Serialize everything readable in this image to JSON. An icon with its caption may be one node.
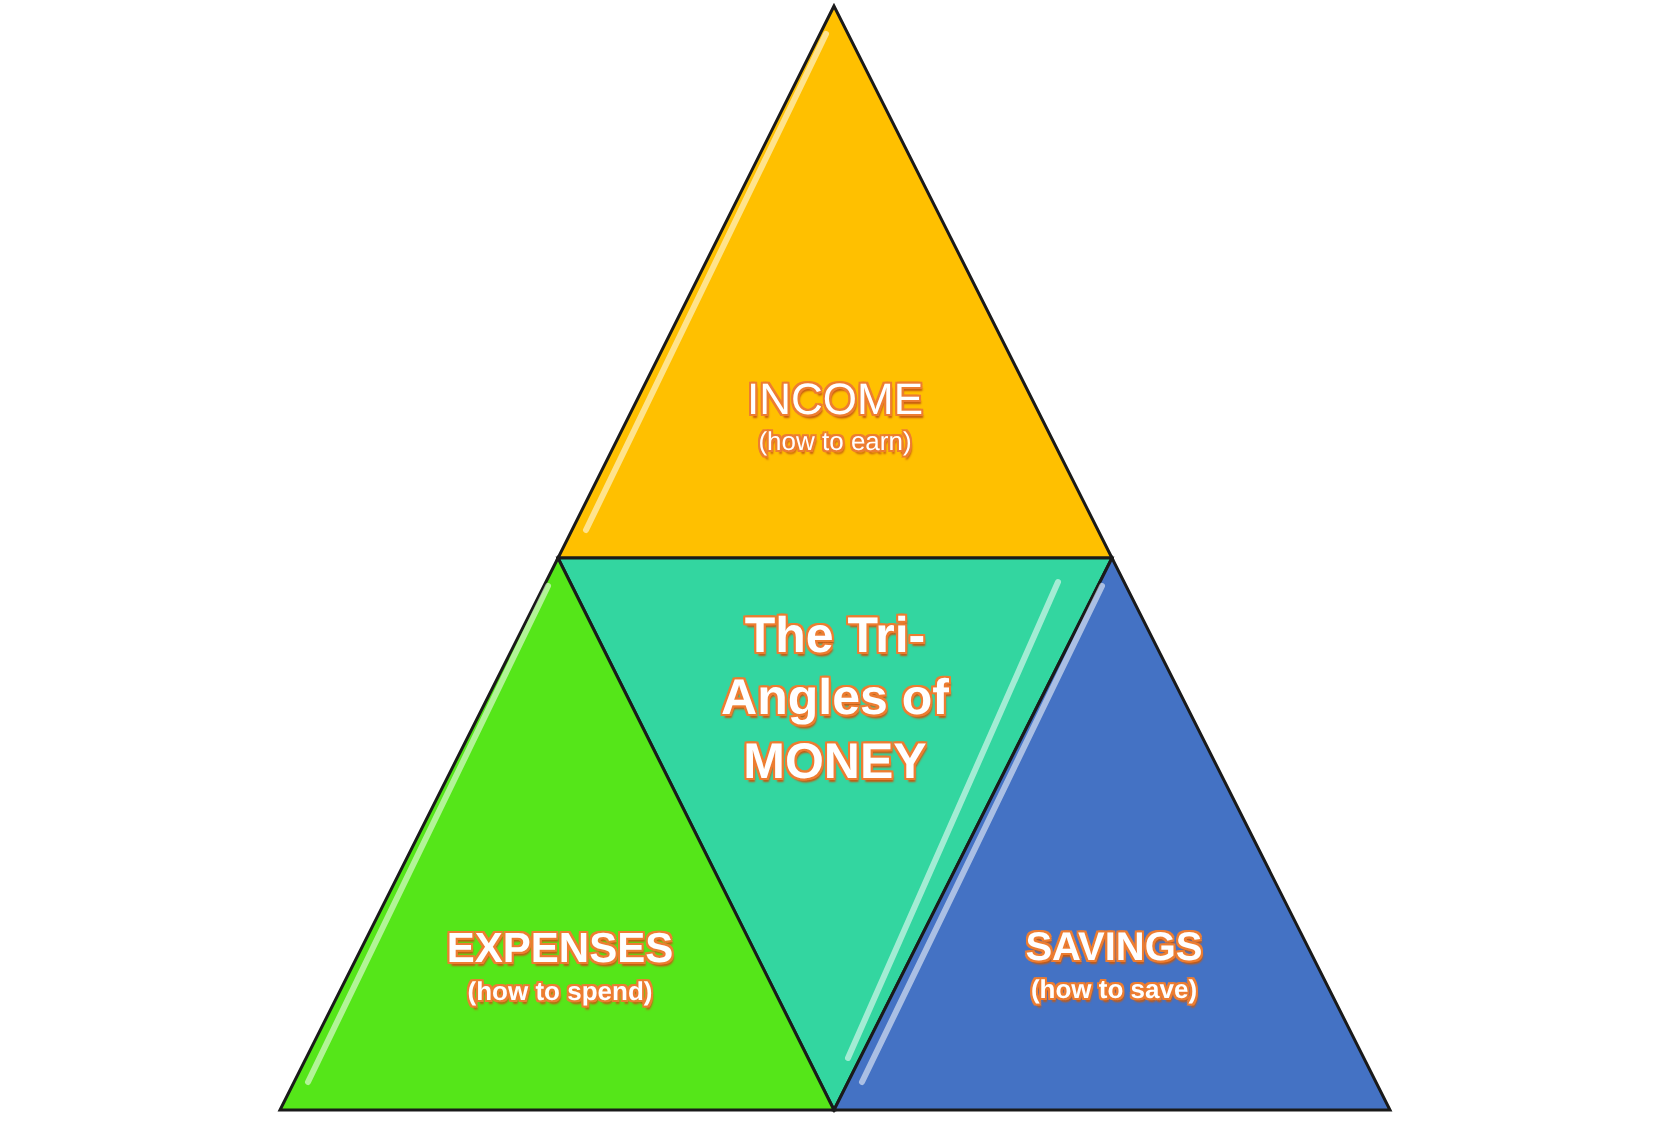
{
  "diagram": {
    "nodes": [
      {
        "text": [
          "INCOME",
          "(how to earn)"
        ]
      },
      {
        "text": [
          "The Tri-Angles of MONEY"
        ]
      },
      {
        "text": [
          "EXPENSES",
          "(how to spend)"
        ]
      },
      {
        "text": [
          "SAVINGS",
          "(how to save)"
        ]
      }
    ]
  }
}
